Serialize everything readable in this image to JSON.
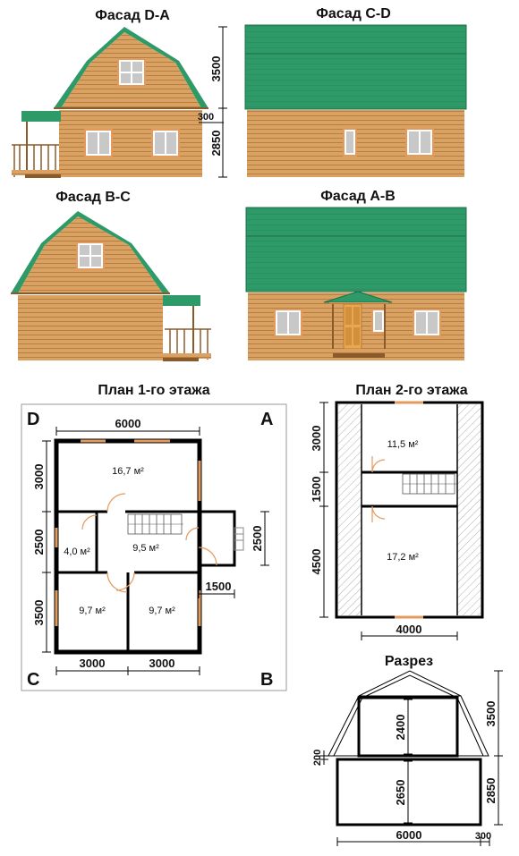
{
  "facades": {
    "da": {
      "title": "Фасад D-A",
      "dim_roof": "3500",
      "dim_wall": "2850",
      "dim_offset": "300"
    },
    "cd": {
      "title": "Фасад C-D"
    },
    "bc": {
      "title": "Фасад B-C"
    },
    "ab": {
      "title": "Фасад A-B"
    }
  },
  "plan1": {
    "title": "План 1-го этажа",
    "corners": {
      "d": "D",
      "a": "A",
      "c": "C",
      "b": "B"
    },
    "dims": {
      "top": "6000",
      "left_top": "3000",
      "left_mid": "2500",
      "left_bot": "3500",
      "right_porch": "2500",
      "porch_width": "1500",
      "bottom_left": "3000",
      "bottom_right": "3000"
    },
    "rooms": {
      "big": "16,7 м²",
      "small": "4,0 м²",
      "hall": "9,5 м²",
      "bl": "9,7 м²",
      "br": "9,7 м²"
    }
  },
  "plan2": {
    "title": "План 2-го этажа",
    "dims": {
      "left_top": "3000",
      "left_mid": "1500",
      "left_bot": "4500",
      "bottom": "4000"
    },
    "rooms": {
      "top": "11,5 м²",
      "bottom": "17,2 м²"
    }
  },
  "section": {
    "title": "Разрез",
    "dims": {
      "right_roof": "3500",
      "right_wall": "2850",
      "inner_top": "2400",
      "inner_bot": "2650",
      "floor": "200",
      "bottom": "6000",
      "bottom_off": "300"
    }
  },
  "colors": {
    "wood": "#d9a262",
    "wood_line": "#b37a3e",
    "roof": "#2e9a68",
    "window_frame": "#e39a5d",
    "wall": "#000000"
  }
}
